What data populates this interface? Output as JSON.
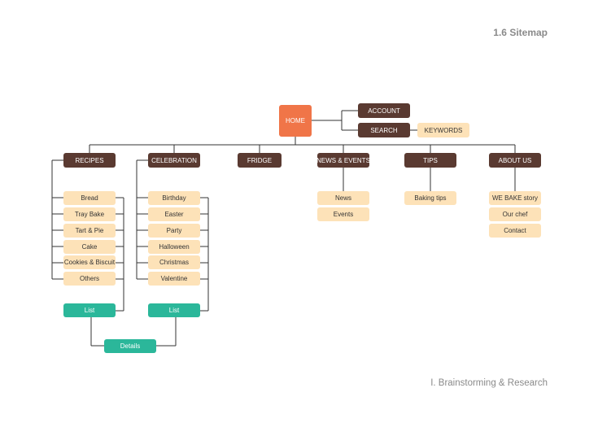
{
  "header": {
    "title": "1.6 Sitemap"
  },
  "footer": {
    "caption": "I. Brainstorming & Research"
  },
  "colors": {
    "home": "#f07548",
    "primary_nodes": "#5a3a31",
    "sub_nodes": "#fde2b8",
    "list_nodes": "#2bb79a",
    "connector_lines": "#333333",
    "caption_text": "#8a8a8a"
  },
  "sitemap": {
    "home": "HOME",
    "account": "ACCOUNT",
    "search": "SEARCH",
    "keywords": "KEYWORDS",
    "sections": {
      "recipes": {
        "label": "RECIPES",
        "items": [
          "Bread",
          "Tray Bake",
          "Tart & Pie",
          "Cake",
          "Cookies & Biscuit",
          "Others"
        ],
        "list": "List"
      },
      "celebration": {
        "label": "CELEBRATION",
        "items": [
          "Birthday",
          "Easter",
          "Party",
          "Halloween",
          "Christmas",
          "Valentine"
        ],
        "list": "List"
      },
      "fridge": {
        "label": "FRIDGE"
      },
      "news_events": {
        "label": "NEWS & EVENTS",
        "items": [
          "News",
          "Events"
        ]
      },
      "tips": {
        "label": "TIPS",
        "items": [
          "Baking tips"
        ]
      },
      "about_us": {
        "label": "ABOUT US",
        "items": [
          "WE BAKE story",
          "Our chef",
          "Contact"
        ]
      }
    },
    "details": "Details"
  }
}
